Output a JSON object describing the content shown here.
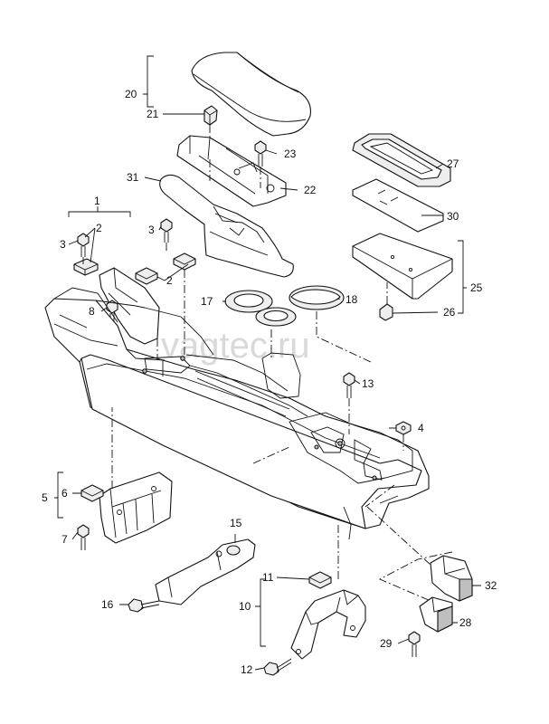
{
  "watermark": "vagtec.ru",
  "callouts": {
    "c1": "1",
    "c2a": "2",
    "c2b": "2",
    "c3a": "3",
    "c3b": "3",
    "c4": "4",
    "c5": "5",
    "c6": "6",
    "c7": "7",
    "c8": "8",
    "c10": "10",
    "c11": "11",
    "c12": "12",
    "c13": "13",
    "c15": "15",
    "c16": "16",
    "c17": "17",
    "c18": "18",
    "c20": "20",
    "c21": "21",
    "c22": "22",
    "c23": "23",
    "c25": "25",
    "c26": "26",
    "c27": "27",
    "c28": "28",
    "c29": "29",
    "c30": "30",
    "c31": "31",
    "c32": "32"
  },
  "colors": {
    "line": "#111111",
    "fill": "#ffffff",
    "shade": "#eeeeee",
    "watermark": "#d9d9d9"
  }
}
